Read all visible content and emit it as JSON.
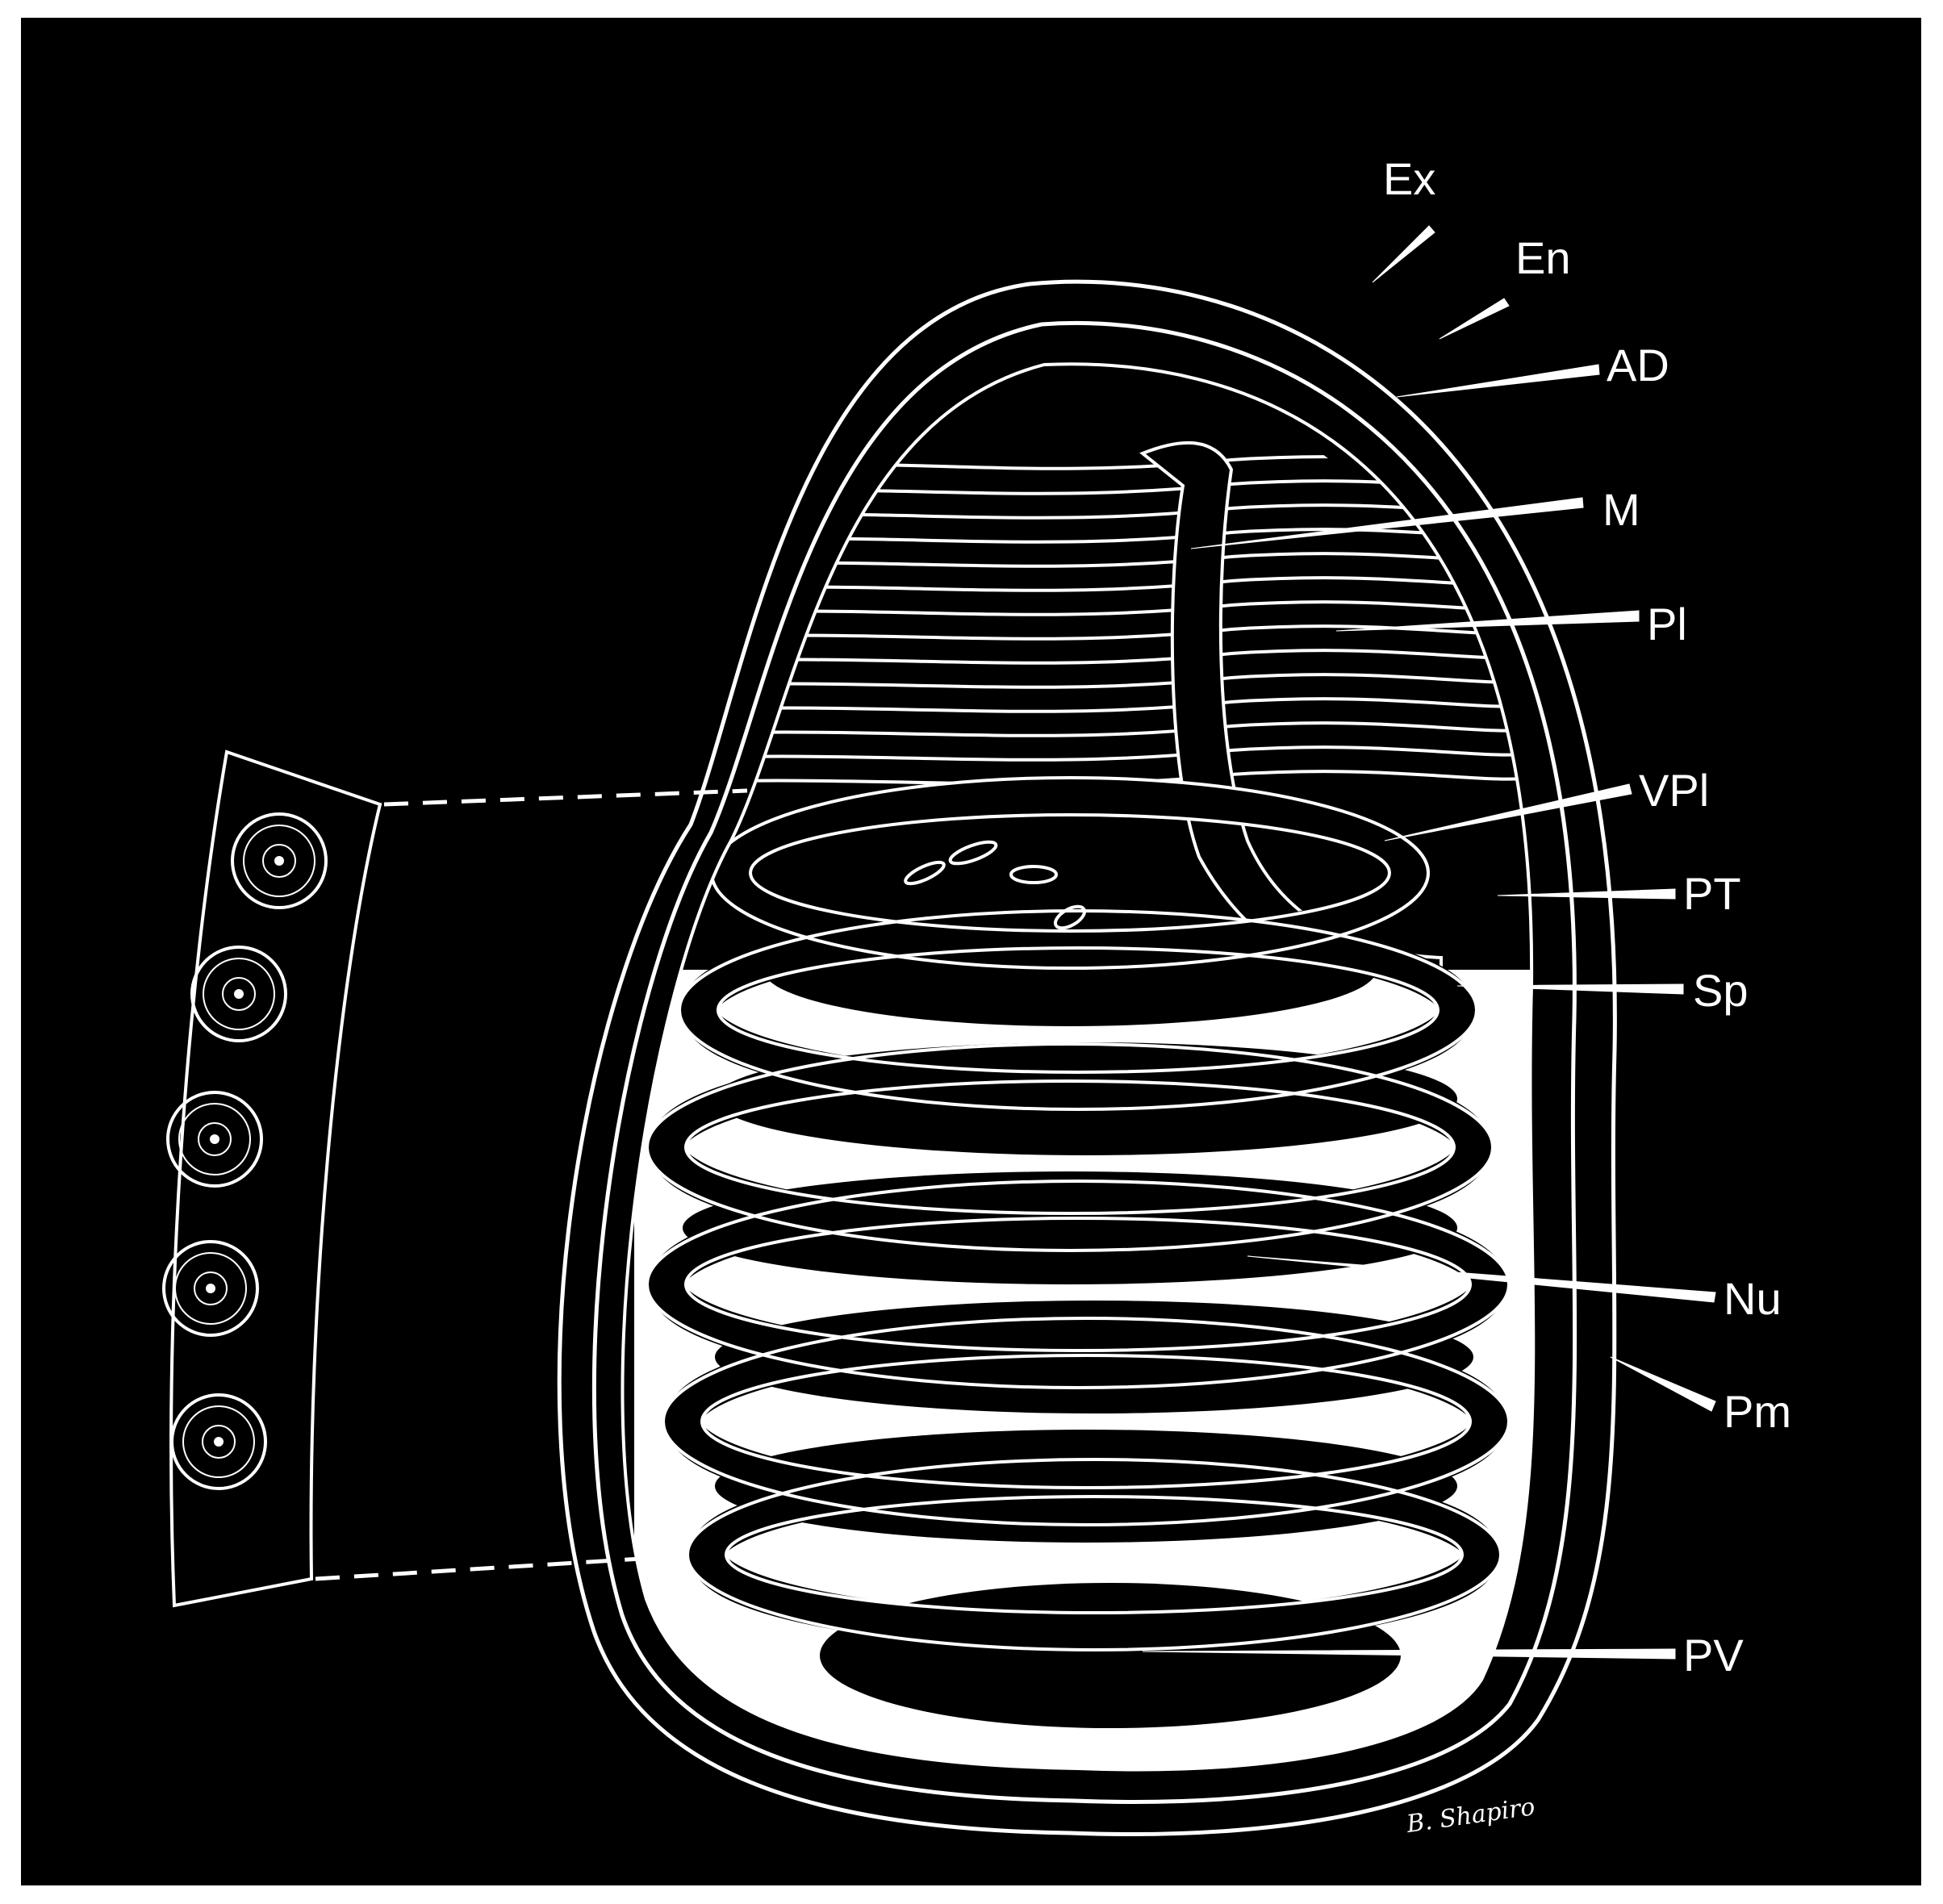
{
  "figure": {
    "labels": {
      "ex": "Ex",
      "en": "En",
      "ad": "AD",
      "m": "M",
      "pl": "Pl",
      "vpl": "VPl",
      "pt": "PT",
      "sp": "Sp",
      "nu": "Nu",
      "pm": "Pm",
      "pv": "PV"
    },
    "signature": "B. Shapiro"
  },
  "colors": {
    "background": "#000000",
    "line": "#ffffff",
    "page": "#ffffff"
  }
}
